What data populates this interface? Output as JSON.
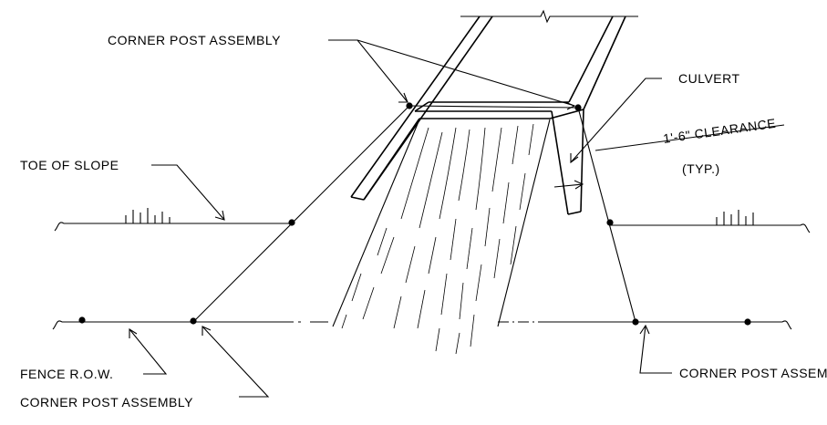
{
  "labels": {
    "corner_post_top": "CORNER POST ASSEMBLY",
    "culvert": "CULVERT",
    "clearance": "1'-6\" CLEARANCE",
    "typ": "(TYP.)",
    "toe_of_slope": "TOE OF SLOPE",
    "fence_row": "FENCE R.O.W.",
    "corner_post_bottom_left": "CORNER POST ASSEMBLY",
    "corner_post_bottom_right": "CORNER POST ASSEMBLY"
  }
}
